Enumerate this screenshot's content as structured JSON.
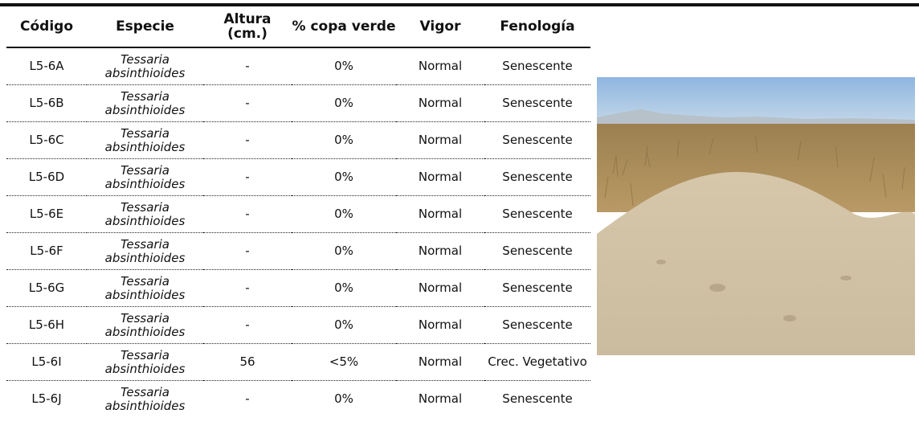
{
  "table": {
    "headers": {
      "codigo": "Código",
      "especie": "Especie",
      "altura": "Altura (cm.)",
      "copa": "% copa verde",
      "vigor": "Vigor",
      "fenologia": "Fenología"
    },
    "rows": [
      {
        "codigo": "L5-6A",
        "especie": "Tessaria absinthioides",
        "altura": "-",
        "copa": "0%",
        "vigor": "Normal",
        "fenologia": "Senescente"
      },
      {
        "codigo": "L5-6B",
        "especie": "Tessaria absinthioides",
        "altura": "-",
        "copa": "0%",
        "vigor": "Normal",
        "fenologia": "Senescente"
      },
      {
        "codigo": "L5-6C",
        "especie": "Tessaria absinthioides",
        "altura": "-",
        "copa": "0%",
        "vigor": "Normal",
        "fenologia": "Senescente"
      },
      {
        "codigo": "L5-6D",
        "especie": "Tessaria absinthioides",
        "altura": "-",
        "copa": "0%",
        "vigor": "Normal",
        "fenologia": "Senescente"
      },
      {
        "codigo": "L5-6E",
        "especie": "Tessaria absinthioides",
        "altura": "-",
        "copa": "0%",
        "vigor": "Normal",
        "fenologia": "Senescente"
      },
      {
        "codigo": "L5-6F",
        "especie": "Tessaria absinthioides",
        "altura": "-",
        "copa": "0%",
        "vigor": "Normal",
        "fenologia": "Senescente"
      },
      {
        "codigo": "L5-6G",
        "especie": "Tessaria absinthioides",
        "altura": "-",
        "copa": "0%",
        "vigor": "Normal",
        "fenologia": "Senescente"
      },
      {
        "codigo": "L5-6H",
        "especie": "Tessaria absinthioides",
        "altura": "-",
        "copa": "0%",
        "vigor": "Normal",
        "fenologia": "Senescente"
      },
      {
        "codigo": "L5-6I",
        "especie": "Tessaria absinthioides",
        "altura": "56",
        "copa": "<5%",
        "vigor": "Normal",
        "fenologia": "Crec. Vegetativo"
      },
      {
        "codigo": "L5-6J",
        "especie": "Tessaria absinthioides",
        "altura": "-",
        "copa": "0%",
        "vigor": "Normal",
        "fenologia": "Senescente"
      }
    ]
  },
  "colors": {
    "sky": "#a9c7e4",
    "ground": "#d9cbb3",
    "grass": "#a98b5a"
  }
}
